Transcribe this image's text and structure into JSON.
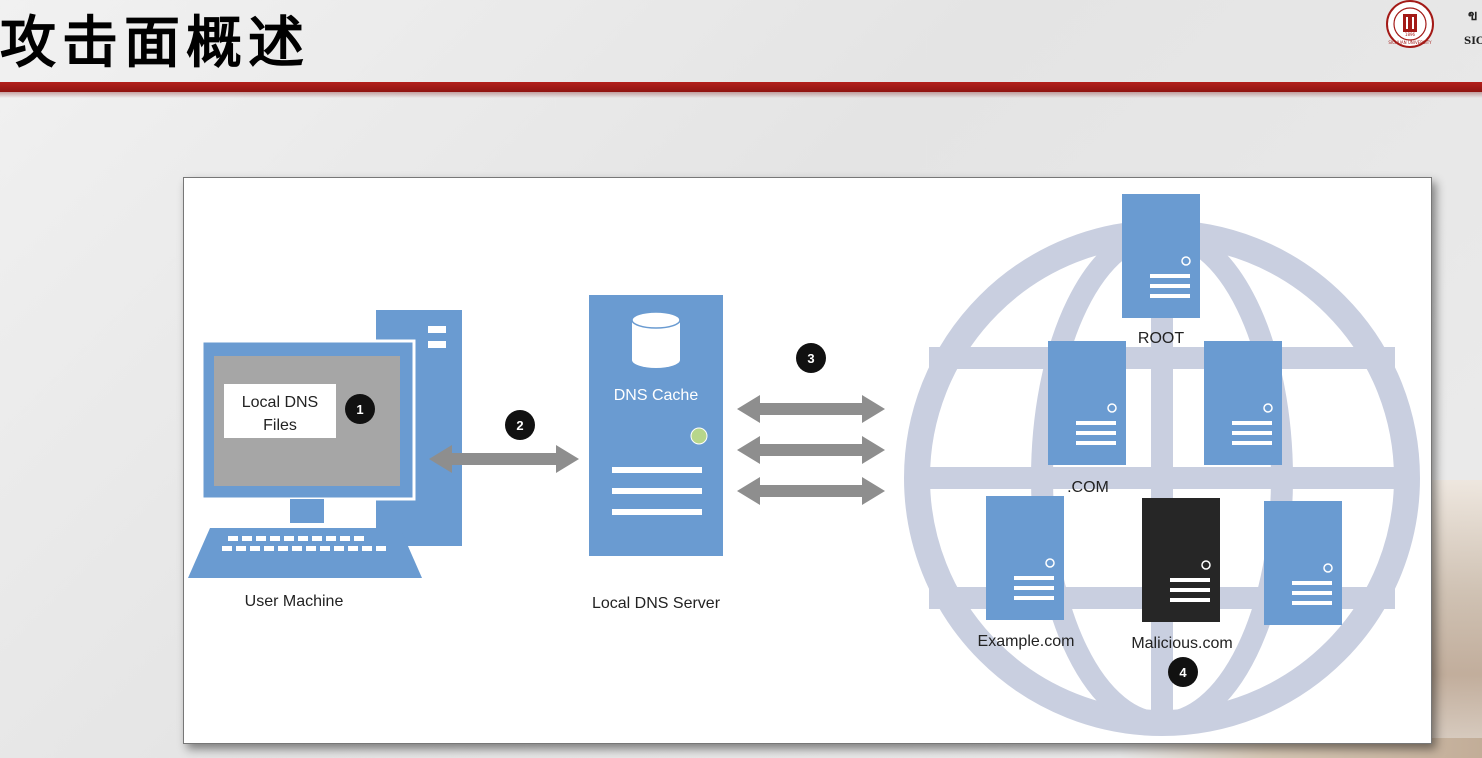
{
  "slide": {
    "title": "攻击面概述"
  },
  "logo": {
    "seal_text": "SICHUAN UNIVERSITY",
    "seal_year": "1896",
    "partial_text": "SIC"
  },
  "diagram": {
    "user_machine": {
      "label": "User Machine",
      "file_label_line1": "Local DNS",
      "file_label_line2": "Files"
    },
    "local_dns_server": {
      "label": "Local DNS Server",
      "cache_label": "DNS Cache"
    },
    "servers": {
      "root": "ROOT",
      "com": ".COM",
      "example": "Example.com",
      "malicious": "Malicious.com"
    },
    "steps": [
      "1",
      "2",
      "3",
      "4"
    ],
    "colors": {
      "server_blue": "#6a9bd1",
      "globe": "#c9cfe0",
      "arrow_gray": "#8e8e8e",
      "malicious_black": "#262626",
      "header_red": "#a31a17"
    }
  }
}
